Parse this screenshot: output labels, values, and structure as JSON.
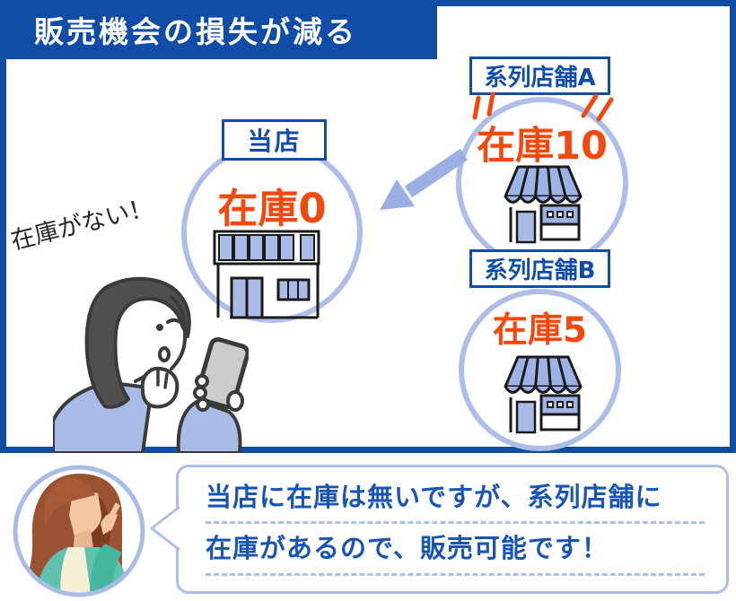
{
  "header": {
    "title": "販売機会の損失が減る"
  },
  "diagram": {
    "our_store": {
      "label": "当店",
      "stock": "在庫0",
      "thought": "在庫がない！"
    },
    "affiliate_a": {
      "label": "系列店舗A",
      "stock": "在庫10"
    },
    "affiliate_b": {
      "label": "系列店舗B",
      "stock": "在庫5"
    }
  },
  "callout": {
    "line1": "当店に在庫は無いですが、系列店舗に",
    "line2": "在庫があるので、販売可能です！"
  },
  "icons": {
    "arrow": "transfer-arrow-icon",
    "our_building": "shop-building-icon",
    "storefront": "storefront-icon",
    "emphasis": "emphasis-marks-icon",
    "woman": "woman-with-smartphone-illustration",
    "avatar": "advisor-woman-avatar"
  },
  "colors": {
    "primary_blue": "#114DA6",
    "accent_orange": "#F2490F",
    "periwinkle": "#AEBEE9",
    "callout_text_blue": "#1B55B2"
  }
}
